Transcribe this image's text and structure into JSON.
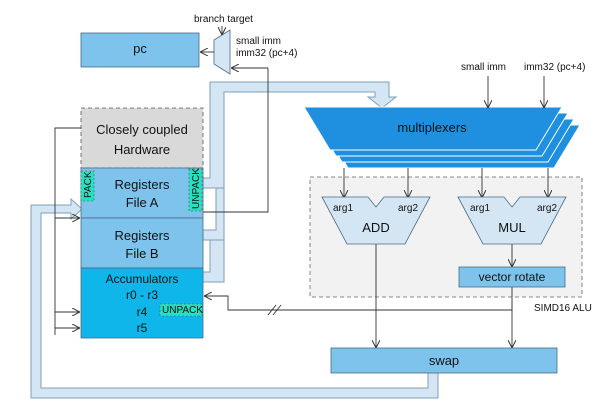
{
  "labels": {
    "branch_target": "branch target",
    "pc": "pc",
    "pc_mux_in1": "small imm",
    "pc_mux_in2": "imm32 (pc+4)",
    "top_small_imm": "small imm",
    "top_imm32": "imm32 (pc+4)",
    "multiplexers": "multiplexers",
    "cch_line1": "Closely coupled",
    "cch_line2": "Hardware",
    "regA_line1": "Registers",
    "regA_line2": "File A",
    "pack": "PACK",
    "unpack_a": "UNPACK",
    "regB_line1": "Registers",
    "regB_line2": "File B",
    "acc_line1": "Accumulators",
    "acc_line2": "r0 - r3",
    "acc_line3": "r4",
    "acc_line4": "r5",
    "unpack_acc": "UNPACK",
    "add_arg1": "arg1",
    "add_arg2": "arg2",
    "add": "ADD",
    "mul_arg1": "arg1",
    "mul_arg2": "arg2",
    "mul": "MUL",
    "vector_rotate": "vector rotate",
    "simd_alu": "SIMD16 ALU",
    "swap": "swap"
  },
  "colors": {
    "register_blue": "#7ec3ec",
    "accumulator_cyan": "#0fb6ea",
    "cch_gray": "#d9d9d9",
    "mux_blue": "#1f8fe0",
    "alu_fill": "#d4e6f4",
    "pack_tag": "#26e0c0",
    "bus_fill": "#d4e6f4"
  }
}
